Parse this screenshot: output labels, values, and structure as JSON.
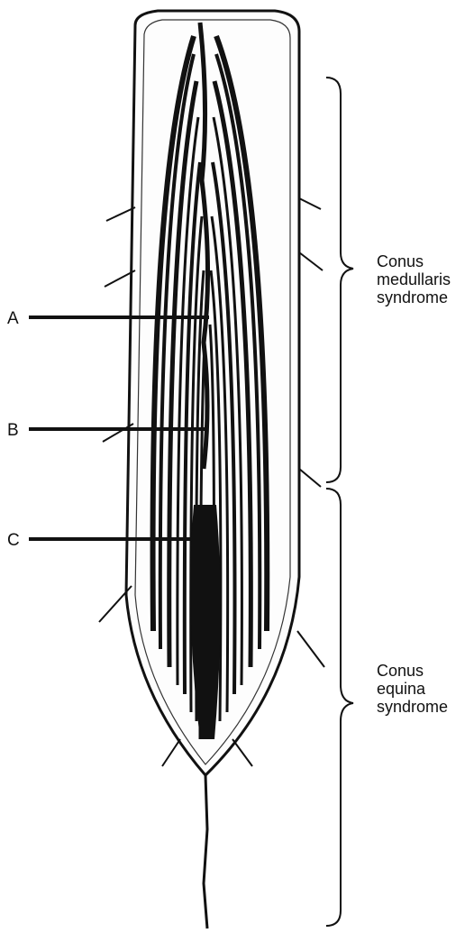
{
  "labels": {
    "a": "A",
    "b": "B",
    "c": "C"
  },
  "regions": {
    "upper": [
      "Conus",
      "medullaris",
      "syndrome"
    ],
    "lower": [
      "Conus",
      "equina",
      "syndrome"
    ]
  },
  "colors": {
    "ink": "#111111",
    "paper": "#ffffff"
  }
}
